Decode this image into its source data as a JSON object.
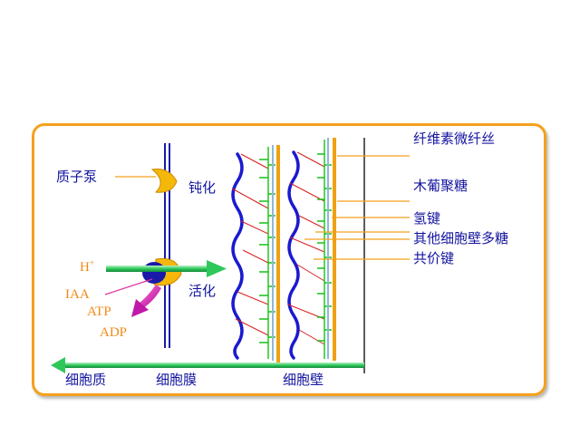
{
  "labels": {
    "microfibril": "纤维素微纤丝",
    "xyloglucan": "木葡聚糖",
    "hydrogen_bond": "氢键",
    "other_polysaccharides": "其他细胞壁多糖",
    "covalent_bond": "共价键",
    "proton_pump": "质子泵",
    "inactivated": "钝化",
    "activated": "活化",
    "proton": "H",
    "proton_charge": "+",
    "iaa": "IAA",
    "atp": "ATP",
    "adp": "ADP",
    "cytoplasm": "细胞质",
    "cell_membrane": "细胞膜",
    "cell_wall": "细胞壁"
  },
  "colors": {
    "panel_border": "#f4a11c",
    "membrane": "#1a1aa8",
    "pump_body": "#f5b70a",
    "pump_core": "#1a1aa8",
    "wavy_polysaccharide": "#1a1ad0",
    "hydrogen_bond_green": "#16c016",
    "covalent_red": "#d82020",
    "wall_fibril": "#f0a010",
    "arrow_green": "#2ec85a",
    "atp_arrow": "#e020b0"
  }
}
